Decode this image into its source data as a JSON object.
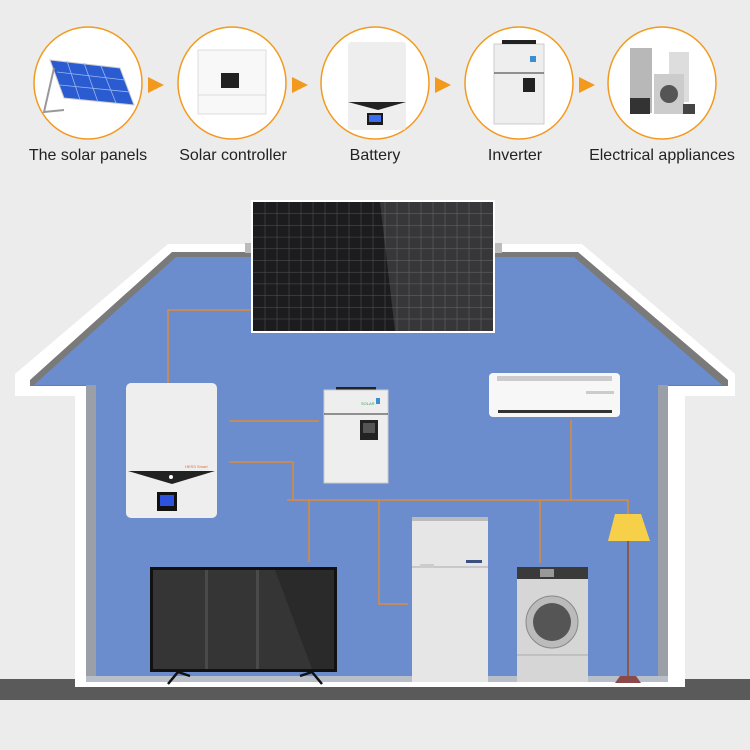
{
  "flow_steps": [
    {
      "label": "The solar panels",
      "icon": "solar-panel-icon"
    },
    {
      "label": "Solar controller",
      "icon": "solar-controller-icon"
    },
    {
      "label": "Battery",
      "icon": "battery-icon"
    },
    {
      "label": "Inverter",
      "icon": "inverter-icon"
    },
    {
      "label": "Electrical appliances",
      "icon": "appliances-icon"
    }
  ],
  "colors": {
    "accent": "#f39a1e",
    "wire": "#e08a3a",
    "house_interior": "#6b8dce",
    "ground": "#5a5a5a",
    "background": "#ececec"
  },
  "house": {
    "devices": [
      "solar-panel",
      "battery",
      "inverter",
      "air-conditioner",
      "tv",
      "fridge",
      "washing-machine",
      "floor-lamp"
    ]
  }
}
